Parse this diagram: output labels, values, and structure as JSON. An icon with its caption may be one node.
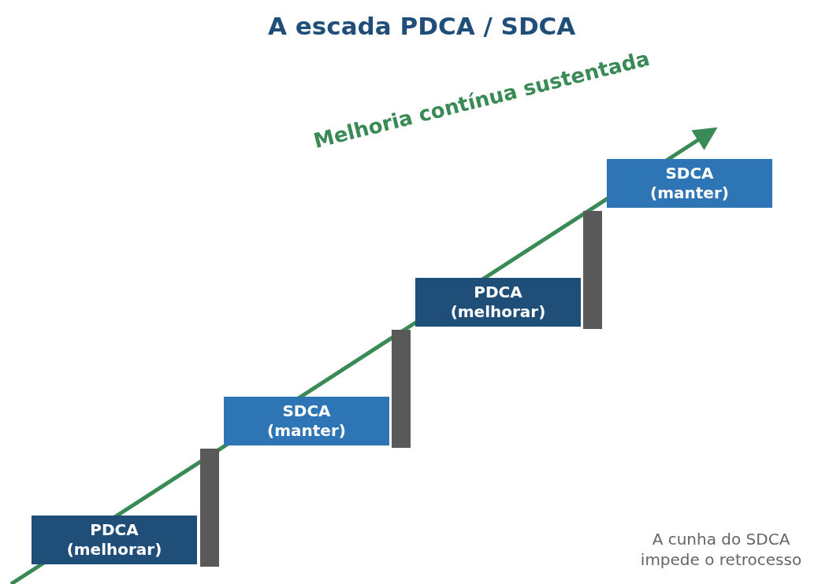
{
  "diagram": {
    "title": "A escada PDCA / SDCA",
    "nodes": [
      {
        "text": [
          "PDCA (melhorar)"
        ]
      },
      {
        "text": [],
        "shape": "bar"
      },
      {
        "text": [
          "SDCA (manter)"
        ]
      },
      {
        "text": [],
        "shape": "bar"
      },
      {
        "text": [
          "PDCA (melhorar)"
        ]
      },
      {
        "text": [],
        "shape": "bar"
      },
      {
        "text": [
          "SDCA (manter)"
        ]
      }
    ],
    "labels": [
      "Melhoria contínua sustentada",
      "A cunha do SDCA impede o retrocesso"
    ]
  }
}
